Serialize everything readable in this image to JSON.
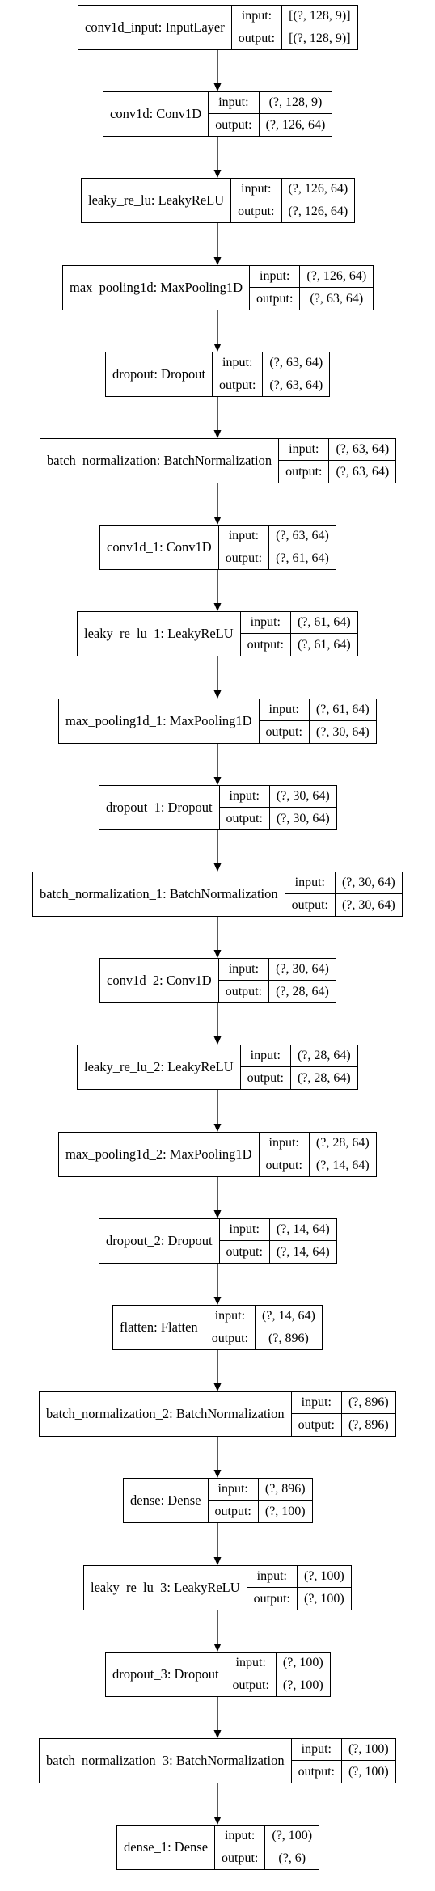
{
  "labels": {
    "input": "input:",
    "output": "output:"
  },
  "layers": [
    {
      "name": "conv1d_input: InputLayer",
      "input": "[(?, 128, 9)]",
      "output": "[(?, 128, 9)]"
    },
    {
      "name": "conv1d: Conv1D",
      "input": "(?, 128, 9)",
      "output": "(?, 126, 64)"
    },
    {
      "name": "leaky_re_lu: LeakyReLU",
      "input": "(?, 126, 64)",
      "output": "(?, 126, 64)"
    },
    {
      "name": "max_pooling1d: MaxPooling1D",
      "input": "(?, 126, 64)",
      "output": "(?, 63, 64)"
    },
    {
      "name": "dropout: Dropout",
      "input": "(?, 63, 64)",
      "output": "(?, 63, 64)"
    },
    {
      "name": "batch_normalization: BatchNormalization",
      "input": "(?, 63, 64)",
      "output": "(?, 63, 64)"
    },
    {
      "name": "conv1d_1: Conv1D",
      "input": "(?, 63, 64)",
      "output": "(?, 61, 64)"
    },
    {
      "name": "leaky_re_lu_1: LeakyReLU",
      "input": "(?, 61, 64)",
      "output": "(?, 61, 64)"
    },
    {
      "name": "max_pooling1d_1: MaxPooling1D",
      "input": "(?, 61, 64)",
      "output": "(?, 30, 64)"
    },
    {
      "name": "dropout_1: Dropout",
      "input": "(?, 30, 64)",
      "output": "(?, 30, 64)"
    },
    {
      "name": "batch_normalization_1: BatchNormalization",
      "input": "(?, 30, 64)",
      "output": "(?, 30, 64)"
    },
    {
      "name": "conv1d_2: Conv1D",
      "input": "(?, 30, 64)",
      "output": "(?, 28, 64)"
    },
    {
      "name": "leaky_re_lu_2: LeakyReLU",
      "input": "(?, 28, 64)",
      "output": "(?, 28, 64)"
    },
    {
      "name": "max_pooling1d_2: MaxPooling1D",
      "input": "(?, 28, 64)",
      "output": "(?, 14, 64)"
    },
    {
      "name": "dropout_2: Dropout",
      "input": "(?, 14, 64)",
      "output": "(?, 14, 64)"
    },
    {
      "name": "flatten: Flatten",
      "input": "(?, 14, 64)",
      "output": "(?, 896)"
    },
    {
      "name": "batch_normalization_2: BatchNormalization",
      "input": "(?, 896)",
      "output": "(?, 896)"
    },
    {
      "name": "dense: Dense",
      "input": "(?, 896)",
      "output": "(?, 100)"
    },
    {
      "name": "leaky_re_lu_3: LeakyReLU",
      "input": "(?, 100)",
      "output": "(?, 100)"
    },
    {
      "name": "dropout_3: Dropout",
      "input": "(?, 100)",
      "output": "(?, 100)"
    },
    {
      "name": "batch_normalization_3: BatchNormalization",
      "input": "(?, 100)",
      "output": "(?, 100)"
    },
    {
      "name": "dense_1: Dense",
      "input": "(?, 100)",
      "output": "(?, 6)"
    }
  ]
}
